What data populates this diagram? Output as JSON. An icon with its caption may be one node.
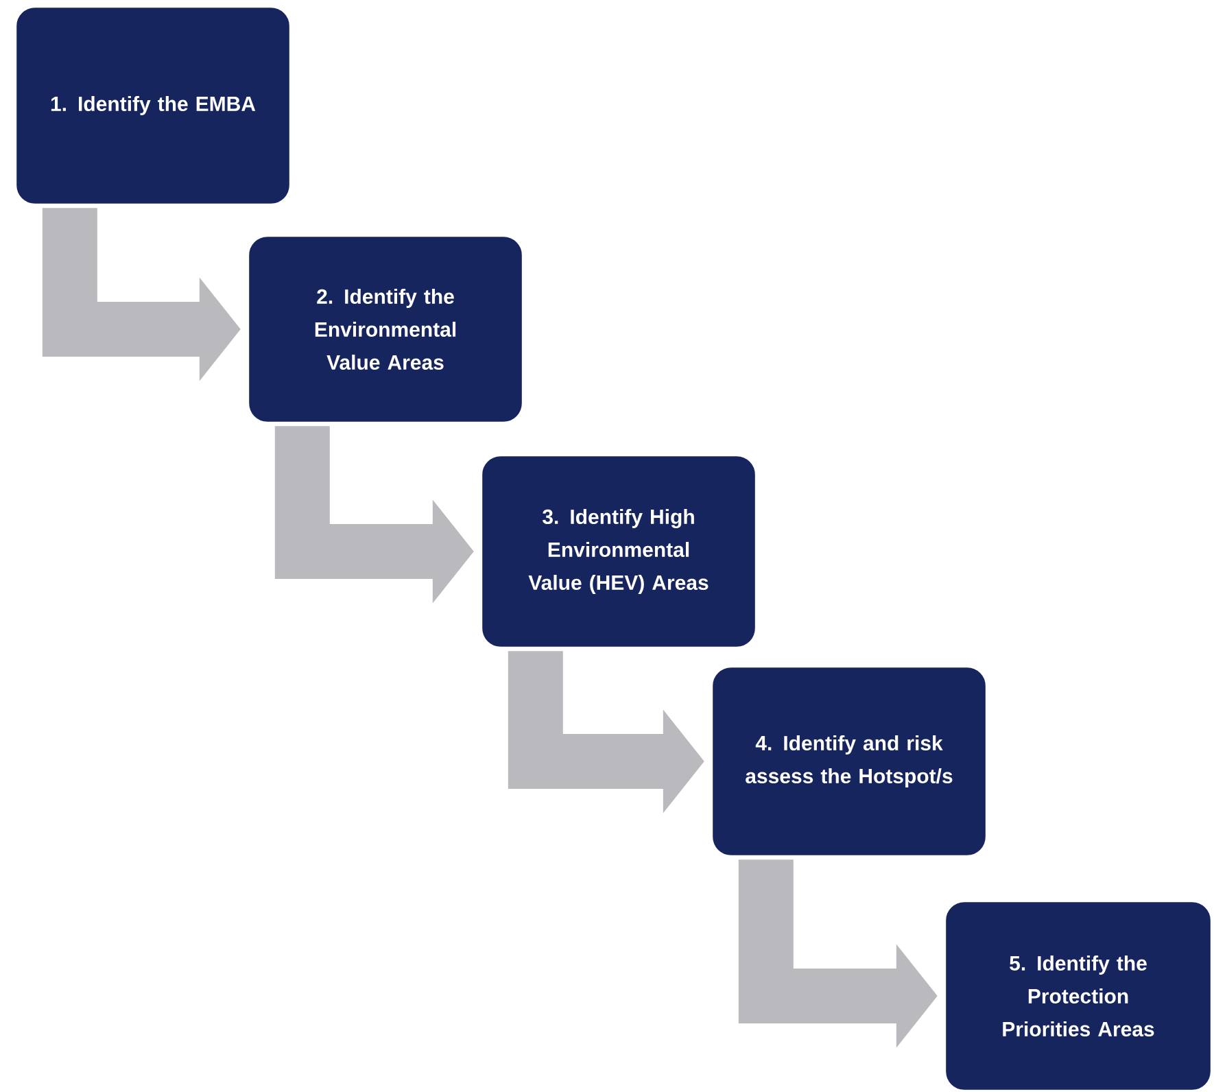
{
  "diagram": {
    "nodes": [
      {
        "text": [
          "1. Identify the EMBA"
        ]
      },
      {
        "text": [
          "2. Identify the Environmental Value Areas"
        ]
      },
      {
        "text": [
          "3. Identify High Environmental Value (HEV) Areas"
        ]
      },
      {
        "text": [
          "4. Identify and risk assess the Hotspot/s"
        ]
      },
      {
        "text": [
          "5. Identify the Protection Priorities Areas"
        ]
      }
    ],
    "edges": [
      {
        "from": 0,
        "to": 1,
        "arrow": "to"
      },
      {
        "from": 1,
        "to": 2,
        "arrow": "to"
      },
      {
        "from": 2,
        "to": 3,
        "arrow": "to"
      },
      {
        "from": 3,
        "to": 4,
        "arrow": "to"
      }
    ]
  }
}
